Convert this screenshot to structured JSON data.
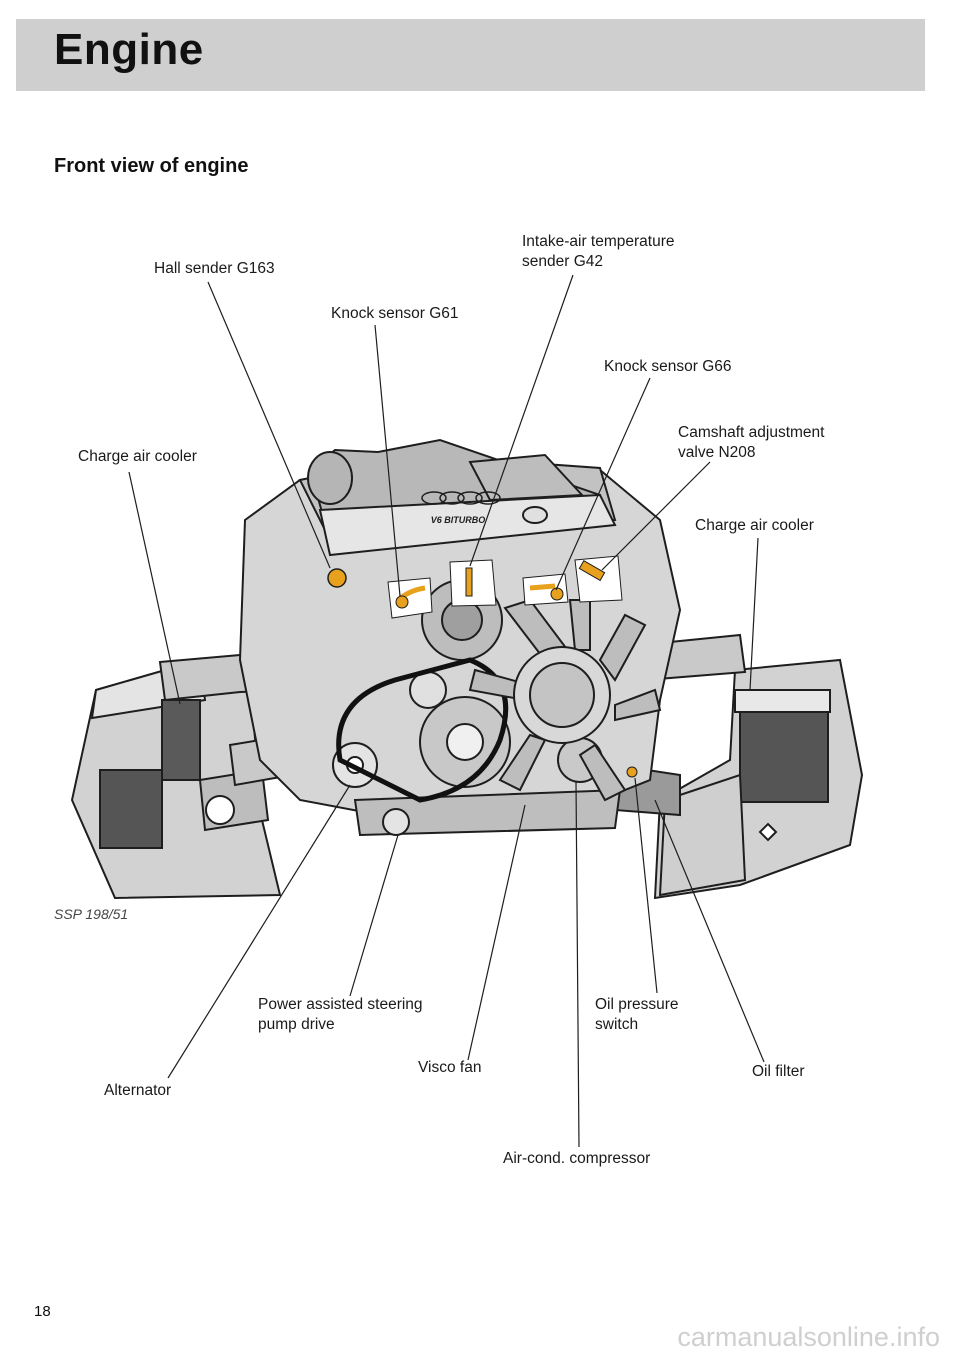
{
  "header": {
    "title": "Engine"
  },
  "section_title": "Front view of engine",
  "figure": {
    "reference": "SSP 198/51",
    "emblem_text": "V6 BITURBO",
    "labels": {
      "hall_sender": "Hall sender G163",
      "intake_air_temp": [
        "Intake-air temperature",
        "sender G42"
      ],
      "knock_sensor_g61": "Knock sensor G61",
      "knock_sensor_g66": "Knock sensor G66",
      "charge_air_cooler_left": "Charge air cooler",
      "camshaft_valve": [
        "Camshaft adjustment",
        "valve N208"
      ],
      "charge_air_cooler_right": "Charge air cooler",
      "power_steering": [
        "Power assisted steering",
        "pump drive"
      ],
      "oil_pressure": [
        "Oil pressure",
        "switch"
      ],
      "visco_fan": "Visco fan",
      "oil_filter": "Oil filter",
      "alternator": "Alternator",
      "ac_compressor": "Air-cond. compressor"
    }
  },
  "footer": {
    "page_number": "18",
    "watermark": "carmanualsonline.info"
  },
  "colors": {
    "header_band": "#cfcfcf",
    "engine_fill": "#d2d2d2",
    "sensor_highlight": "#e8a11c",
    "outline": "#1e1e1e"
  }
}
